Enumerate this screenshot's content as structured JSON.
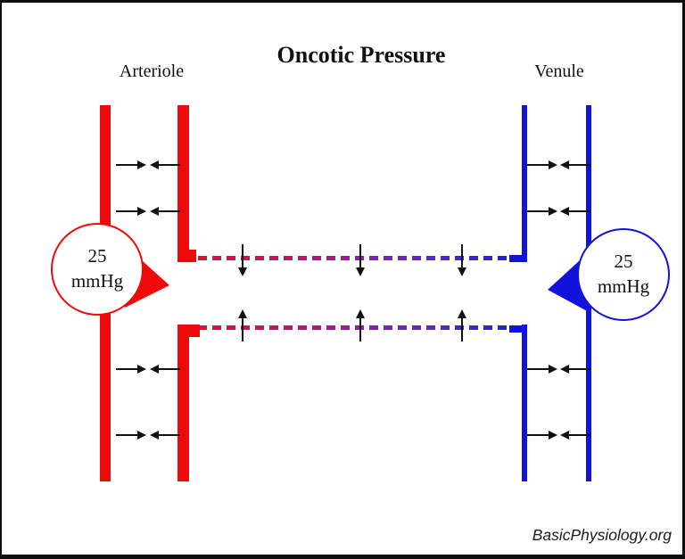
{
  "title": "Oncotic Pressure",
  "vessels": {
    "left": {
      "label": "Arteriole",
      "color": "#ee0a0a"
    },
    "right": {
      "label": "Venule",
      "color": "#1212dd"
    }
  },
  "capillary": {
    "wall_style": "dashed",
    "gradient": [
      "#de1134",
      "#8c20a2",
      "#1d23de"
    ],
    "top_arrows_direction": "down",
    "bottom_arrows_direction": "up"
  },
  "pressure_left": {
    "value": "25",
    "unit": "mmHg"
  },
  "pressure_right": {
    "value": "25",
    "unit": "mmHg"
  },
  "footer": {
    "credit": "BasicPhysiology.org"
  },
  "colors": {
    "arrow": "#111111",
    "border": "#0e0e0e",
    "background": "#ffffff"
  }
}
